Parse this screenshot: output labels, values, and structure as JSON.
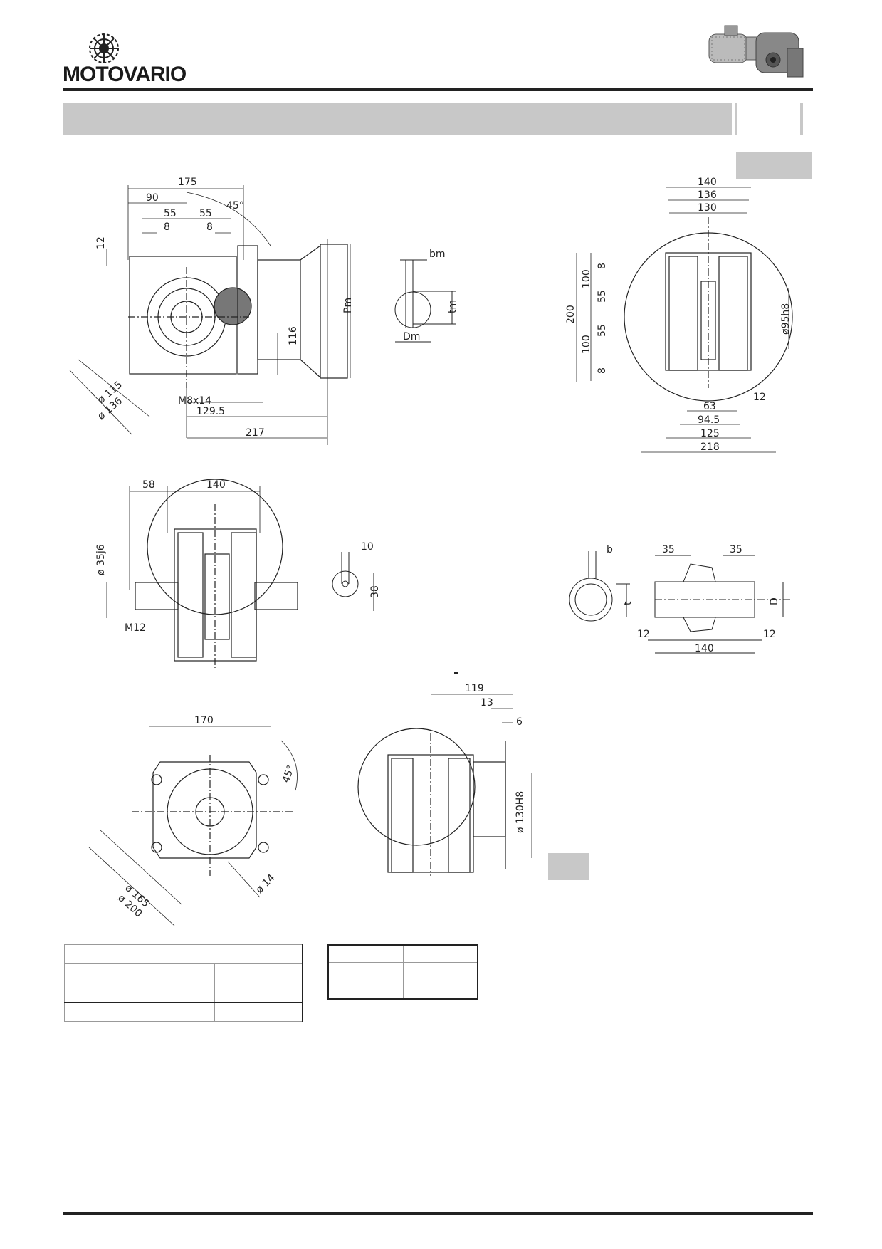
{
  "brand": {
    "name": "MOTOVARIO"
  },
  "view1": {
    "dims": {
      "w175": "175",
      "w90": "90",
      "w55a": "55",
      "w55b": "55",
      "w8a": "8",
      "w8b": "8",
      "h12": "12",
      "angle": "45°",
      "d115": "ø 115",
      "d136": "ø 136",
      "m8x14": "M8x14",
      "w129_5": "129.5",
      "w217": "217",
      "h116": "116",
      "pm": "Pm"
    }
  },
  "motorShaft": {
    "bm": "bm",
    "tm": "tm",
    "dm": "Dm"
  },
  "view2": {
    "dims": {
      "w140": "140",
      "w136": "136",
      "w130": "130",
      "h200": "200",
      "h100a": "100",
      "h100b": "100",
      "h55a": "55",
      "h55b": "55",
      "h8a": "8",
      "h8b": "8",
      "d95": "ø95h8",
      "w63": "63",
      "w12": "12",
      "w94_5": "94.5",
      "w125": "125",
      "w218": "218"
    }
  },
  "view3": {
    "dims": {
      "w58": "58",
      "w140": "140",
      "d35": "ø 35j6",
      "m12": "M12"
    }
  },
  "shaft1": {
    "w10": "10",
    "h38": "38"
  },
  "hollowShaft": {
    "b": "b",
    "t": "t",
    "D": "D",
    "w35a": "35",
    "w35b": "35",
    "w12a": "12",
    "w12b": "12",
    "w140": "140"
  },
  "flangeView": {
    "w170": "170",
    "angle": "45°",
    "d165": "ø 165",
    "d200": "ø 200",
    "d14": "ø 14"
  },
  "sideFlange": {
    "w119": "119",
    "w13": "13",
    "w6": "6",
    "d130": "ø 130H8"
  },
  "colors": {
    "bar": "#c8c8c8",
    "line": "#222222"
  }
}
